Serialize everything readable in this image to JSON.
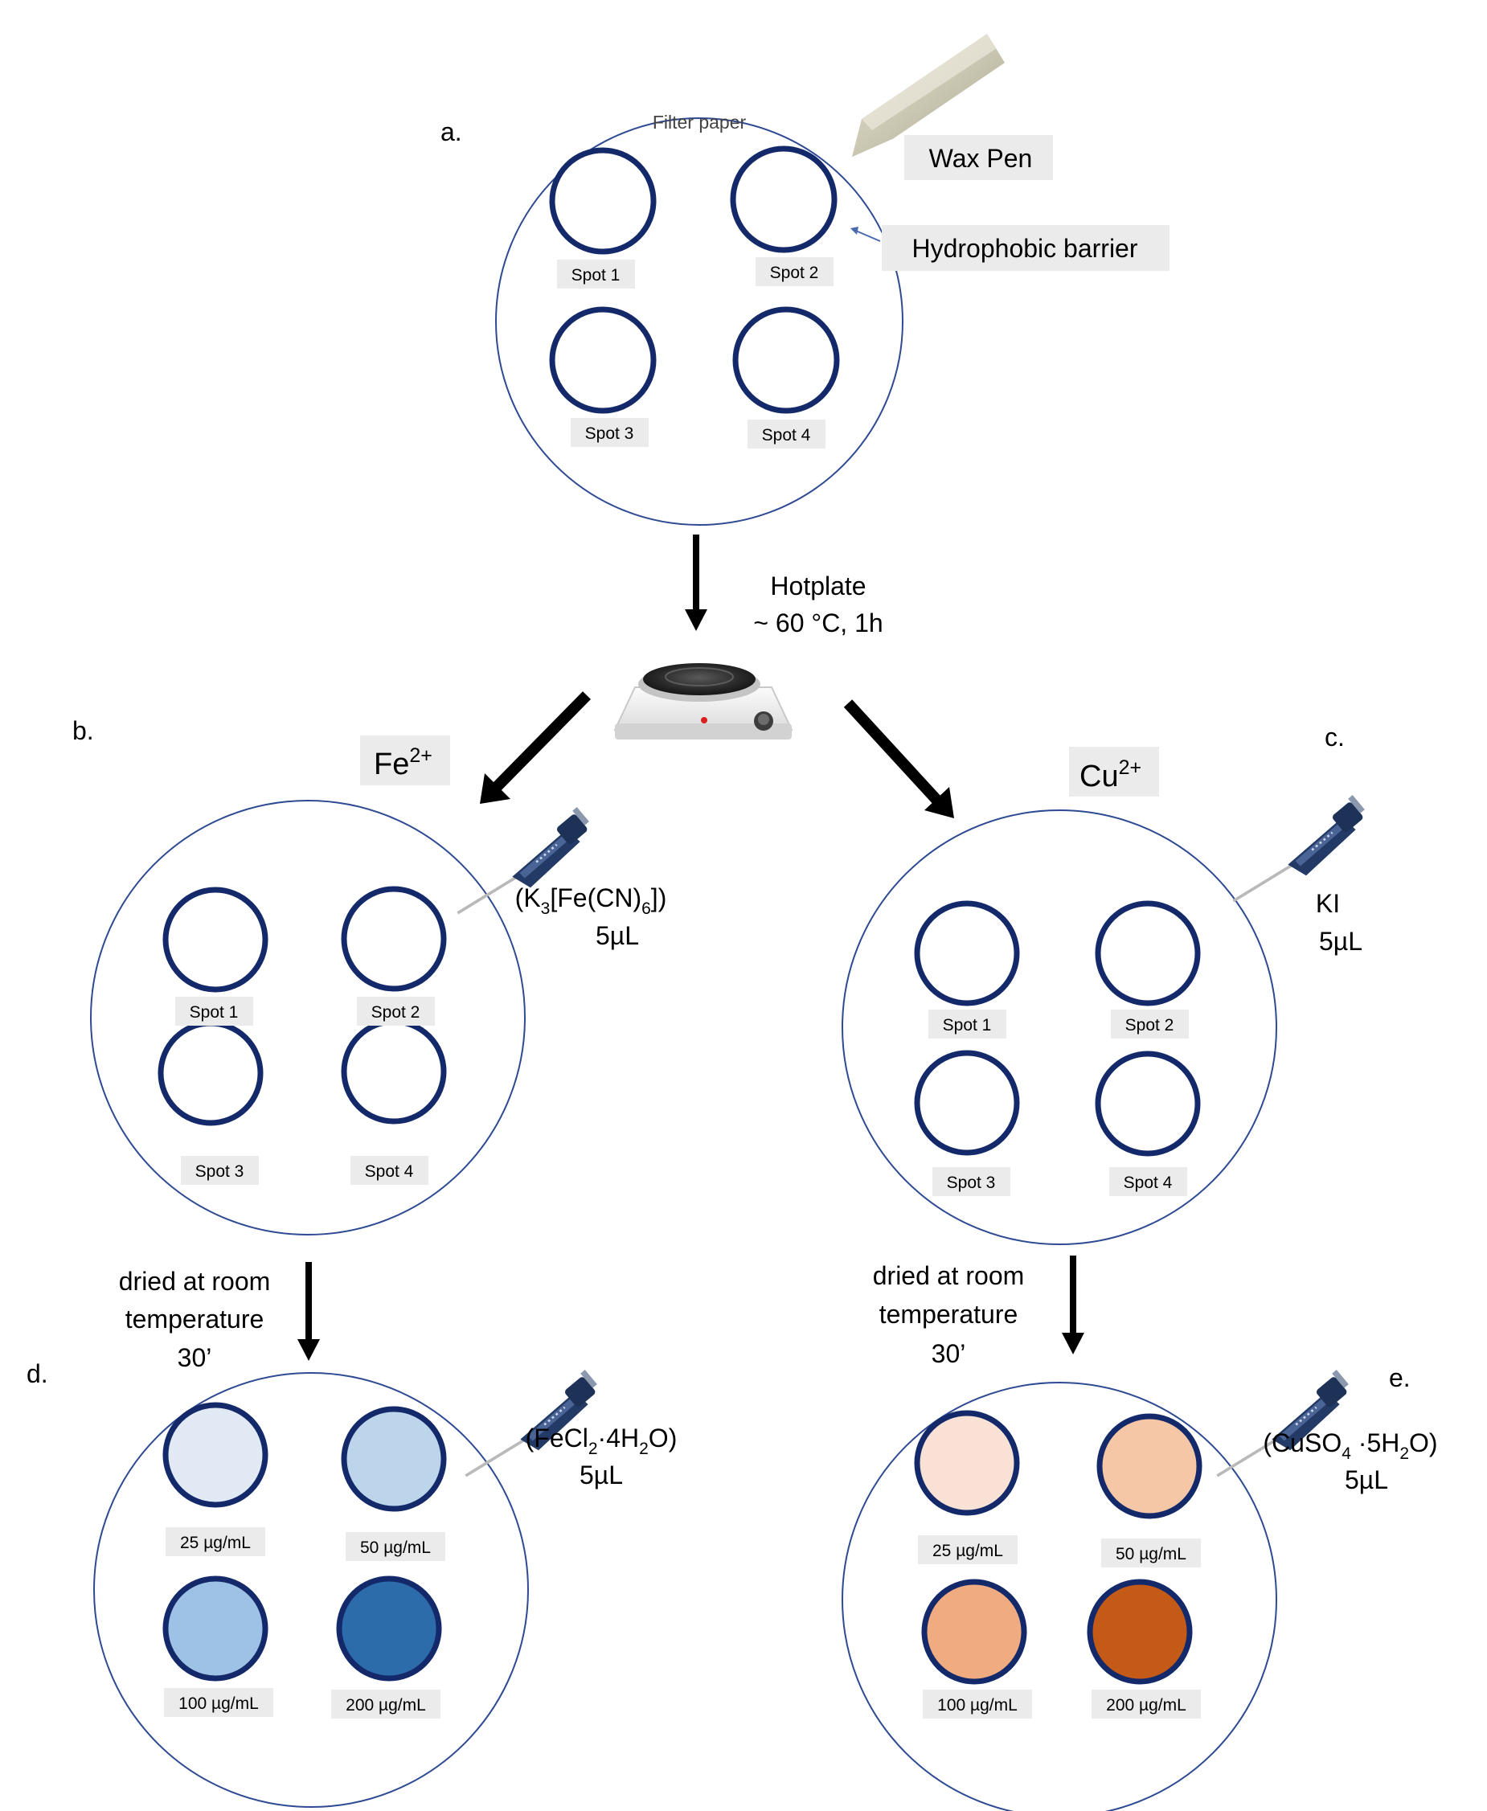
{
  "panel_labels": {
    "a": "a.",
    "b": "b.",
    "c": "c.",
    "d": "d.",
    "e": "e."
  },
  "panel_a": {
    "title": "Filter paper",
    "wax_pen_label": "Wax Pen",
    "barrier_label": "Hydrophobic barrier",
    "spots": [
      "Spot 1",
      "Spot 2",
      "Spot 3",
      "Spot 4"
    ]
  },
  "hotplate": {
    "line1": "Hotplate",
    "line2": "~ 60 °C,  1h"
  },
  "panel_b": {
    "ion_base": "Fe",
    "ion_charge": "2+",
    "reagent_pre": "(K",
    "reagent_sub1": "3",
    "reagent_mid": "[Fe(CN)",
    "reagent_sub2": "6",
    "reagent_post": "])",
    "volume": "5µL",
    "spots": [
      "Spot 1",
      "Spot 2",
      "Spot 3",
      "Spot 4"
    ]
  },
  "panel_c": {
    "ion_base": "Cu",
    "ion_charge": "2+",
    "reagent": "KI",
    "volume": "5µL",
    "spots": [
      "Spot 1",
      "Spot 2",
      "Spot 3",
      "Spot 4"
    ]
  },
  "drying": {
    "line1": "dried at room",
    "line2": "temperature",
    "line3": "30’"
  },
  "panel_d": {
    "reagent_pre": "(FeCl",
    "reagent_sub1": "2",
    "reagent_mid": "·4H",
    "reagent_sub2": "2",
    "reagent_post": "O)",
    "volume": "5µL",
    "spots": [
      "25 µg/mL",
      "50 µg/mL",
      "100 µg/mL",
      "200 µg/mL"
    ],
    "fill_colors": [
      "#e0e9f4",
      "#bcd5eb",
      "#9dc2e5",
      "#2c6cab"
    ]
  },
  "panel_e": {
    "reagent_pre": "(CuSO",
    "reagent_sub1": "4",
    "reagent_mid": " ·5H",
    "reagent_sub2": "2",
    "reagent_post": "O)",
    "volume": "5µL",
    "spots": [
      "25 µg/mL",
      "50 µg/mL",
      "100 µg/mL",
      "200 µg/mL"
    ],
    "fill_colors": [
      "#f9e2d5",
      "#f6c7a6",
      "#f0ac80",
      "#c35a17"
    ]
  },
  "colors": {
    "ring": "#13296a",
    "paper_outline": "#2e4a92",
    "label_bg": "#ebebeb",
    "arrow": "#000000"
  },
  "icons": {
    "pen": "wax-pen-icon",
    "hotplate": "hotplate-icon",
    "pipette": "pipette-icon"
  }
}
